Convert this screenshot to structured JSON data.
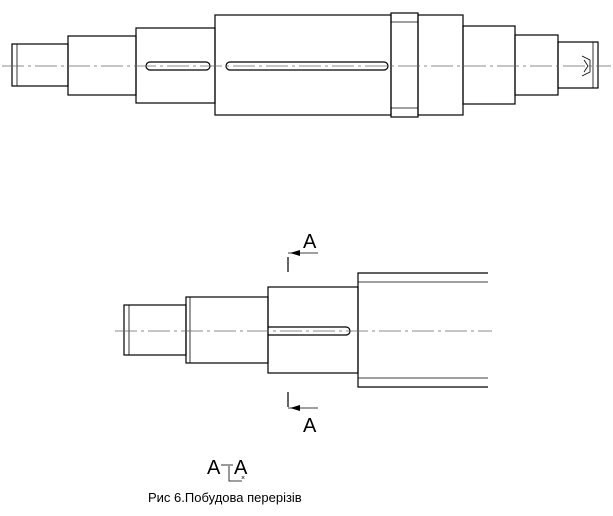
{
  "section_mark_top": "A",
  "section_mark_bottom": "A",
  "section_title_left": "A",
  "section_title_right": "A",
  "caption": "Рис 6.Побудова перерізів"
}
